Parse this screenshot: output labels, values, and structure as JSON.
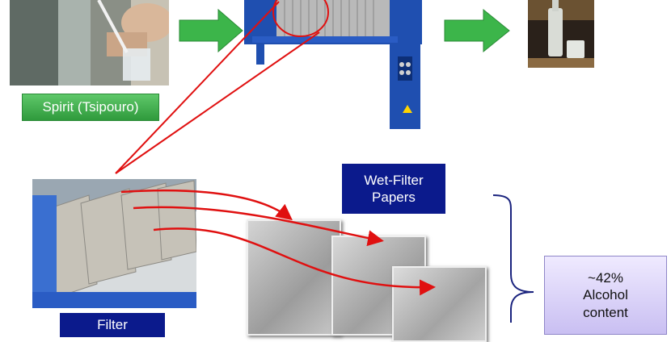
{
  "labels": {
    "spirit": "Spirit (Tsipouro)",
    "wet_filter": "Wet-Filter\nPapers",
    "alcohol": "~42%\nAlcohol\ncontent",
    "filter_plates": "Filter"
  },
  "colors": {
    "arrow_green": "#3cb54a",
    "pointer_red": "#e01010",
    "label_blue": "#0b1a8c",
    "brace_navy": "#1a237e"
  }
}
